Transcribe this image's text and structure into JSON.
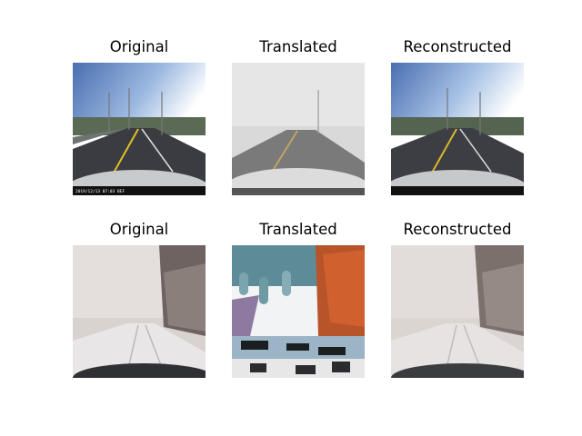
{
  "rows": [
    {
      "titles": [
        "Original",
        "Translated",
        "Reconstructed"
      ],
      "scene": "sunny highway dashcam view"
    },
    {
      "titles": [
        "Original",
        "Translated",
        "Reconstructed"
      ],
      "scene": "snowy road dashcam view"
    }
  ],
  "stamp_text": "2019/12/13 07:03 BEF"
}
